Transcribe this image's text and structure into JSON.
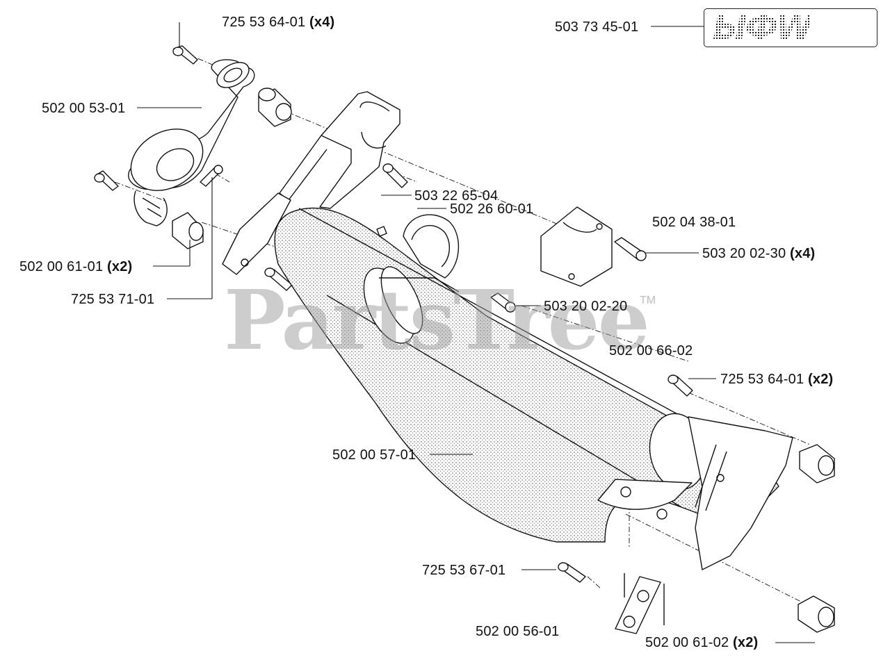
{
  "watermark": {
    "text": "PartsTree",
    "trademark": "TM"
  },
  "logo": {
    "label": "503 73 45-01",
    "text": "ЫФW"
  },
  "parts": [
    {
      "part": "725 53 64-01",
      "qty": "(x4)"
    },
    {
      "part": "502 00 53-01",
      "qty": ""
    },
    {
      "part": "503 22 65-04",
      "qty": ""
    },
    {
      "part": "502 26 60-01",
      "qty": ""
    },
    {
      "part": "502 04 38-01",
      "qty": ""
    },
    {
      "part": "503 20 02-30",
      "qty": "(x4)"
    },
    {
      "part": "502 00 61-01",
      "qty": "(x2)"
    },
    {
      "part": "725 53 71-01",
      "qty": ""
    },
    {
      "part": "503 20 02-20",
      "qty": ""
    },
    {
      "part": "502 00 66-02",
      "qty": ""
    },
    {
      "part": "725 53 64-01",
      "qty": "(x2)"
    },
    {
      "part": "502 00 57-01",
      "qty": ""
    },
    {
      "part": "725 53 67-01",
      "qty": ""
    },
    {
      "part": "502 00 56-01",
      "qty": ""
    },
    {
      "part": "502 00 61-02",
      "qty": "(x2)"
    }
  ]
}
